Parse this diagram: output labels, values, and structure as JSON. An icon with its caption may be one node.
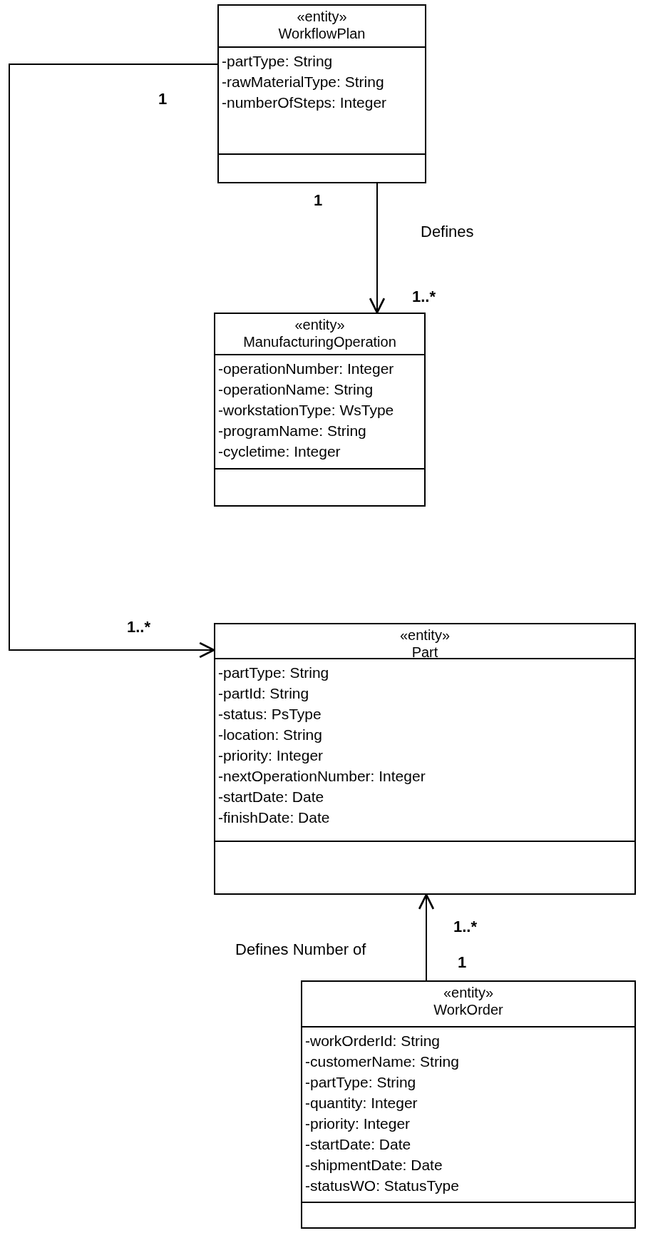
{
  "diagram": {
    "nodes": [
      {
        "text": [
          "«entity»",
          "WorkflowPlan",
          "-partType: String",
          "-rawMaterialType: String",
          "-numberOfSteps: Integer"
        ]
      },
      {
        "text": [
          "«entity»",
          "ManufacturingOperation",
          "-operationNumber: Integer",
          "-operationName: String",
          "-workstationType: WsType",
          "-programName: String",
          "-cycletime: Integer"
        ]
      },
      {
        "text": [
          "«entity»",
          "Part",
          "-partType: String",
          "-partId: String",
          "-status: PsType",
          "-location: String",
          "-priority: Integer",
          "-nextOperationNumber: Integer",
          "-startDate: Date",
          "-finishDate: Date"
        ]
      },
      {
        "text": [
          "«entity»",
          "WorkOrder",
          "-workOrderId: String",
          "-customerName: String",
          "-partType: String",
          "-quantity: Integer",
          "-priority: Integer",
          "-startDate: Date",
          "-shipmentDate: Date",
          "-statusWO: StatusType"
        ]
      }
    ],
    "edges": [
      {
        "from": 0,
        "to": 1,
        "arrow": "to",
        "label": "Defines"
      },
      {
        "from": 0,
        "to": 2,
        "arrow": "to"
      },
      {
        "from": 3,
        "to": 2,
        "arrow": "to",
        "label": "Defines Number of"
      }
    ],
    "labels": [
      "1",
      "1",
      "1..*",
      "1..*",
      "1..*",
      "1"
    ]
  }
}
